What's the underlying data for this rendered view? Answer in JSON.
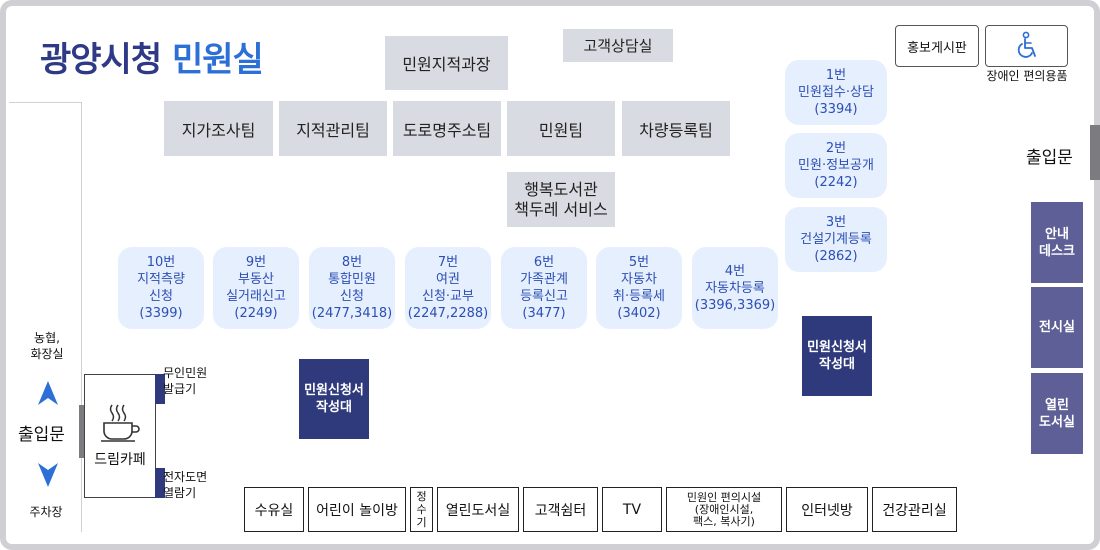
{
  "title": {
    "part1": "광양시청",
    "part2": "민원실"
  },
  "rooms": {
    "cadastral_section": "민원지적과장",
    "customer_counseling": "고객상담실",
    "promo_board": "홍보게시판",
    "disabled_supplies": "장애인 편의용품"
  },
  "teams": [
    "지가조사팀",
    "지적관리팀",
    "도로명주소팀",
    "민원팀",
    "차량등록팀"
  ],
  "book_service": "행복도서관\n책두레 서비스",
  "counters_top": [
    {
      "label": "1번\n민원접수·상담\n(3394)"
    },
    {
      "label": "2번\n민원·정보공개\n(2242)"
    },
    {
      "label": "3번\n건설기계등록\n(2862)"
    }
  ],
  "counters_row": [
    {
      "label": "10번\n지적측량\n신청\n(3399)"
    },
    {
      "label": "9번\n부동산\n실거래신고\n(2249)"
    },
    {
      "label": "8번\n통합민원\n신청\n(2477,3418)"
    },
    {
      "label": "7번\n여권\n신청·교부\n(2247,2288)"
    },
    {
      "label": "6번\n가족관계\n등록신고\n(3477)"
    },
    {
      "label": "5번\n자동차\n취·등록세\n(3402)"
    },
    {
      "label": "4번\n자동차등록\n(3396,3369)"
    }
  ],
  "writing_desk": "민원신청서\n작성대",
  "right_entrance": "출입문",
  "side_rooms": [
    "안내\n데스크",
    "전시실",
    "열린\n도서실"
  ],
  "left": {
    "nonghyup": "농협,\n화장실",
    "entrance": "출입문",
    "parking": "주차장",
    "cafe": "드림카페",
    "kiosk": "무인민원\n발급기",
    "e_library": "전자도면\n열람기"
  },
  "facilities": [
    "수유실",
    "어린이 놀이방",
    "정\n수\n기",
    "열린도서실",
    "고객쉼터",
    "TV",
    "민원인 편의시설\n(장애인시설,\n팩스, 복사기)",
    "인터넷방",
    "건강관리실"
  ],
  "colors": {
    "navy": "#2f3a7c",
    "blue": "#2c6fd6",
    "counter_bg": "#e6effd",
    "gray_box": "#d9dbe2",
    "side_box": "#5e5f96"
  },
  "icons": [
    "coffee-icon",
    "wheelchair-icon",
    "arrow-up-icon",
    "arrow-down-icon"
  ]
}
